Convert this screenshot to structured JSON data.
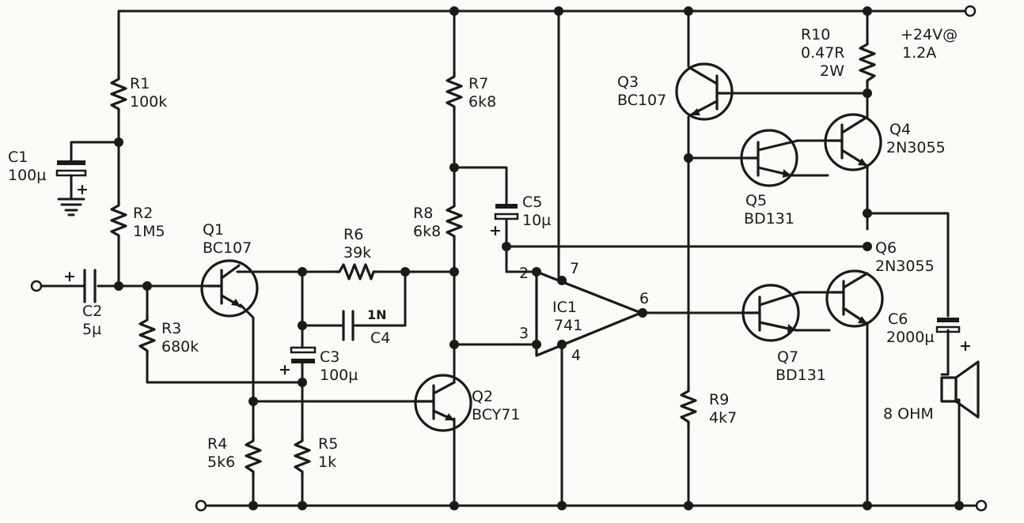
{
  "supply": {
    "line1": "+24V@",
    "line2": "1.2A"
  },
  "components": {
    "R1": {
      "ref": "R1",
      "value": "100k"
    },
    "R2": {
      "ref": "R2",
      "value": "1M5"
    },
    "R3": {
      "ref": "R3",
      "value": "680k"
    },
    "R4": {
      "ref": "R4",
      "value": "5k6"
    },
    "R5": {
      "ref": "R5",
      "value": "1k"
    },
    "R6": {
      "ref": "R6",
      "value": "39k"
    },
    "R7": {
      "ref": "R7",
      "value": "6k8"
    },
    "R8": {
      "ref": "R8",
      "value": "6k8"
    },
    "R9": {
      "ref": "R9",
      "value": "4k7"
    },
    "R10": {
      "ref": "R10",
      "value": "0.47R",
      "power": "2W"
    },
    "C1": {
      "ref": "C1",
      "value": "100µ"
    },
    "C2": {
      "ref": "C2",
      "value": "5µ"
    },
    "C3": {
      "ref": "C3",
      "value": "100µ"
    },
    "C4": {
      "ref": "C4",
      "value": "1N"
    },
    "C5": {
      "ref": "C5",
      "value": "10µ"
    },
    "C6": {
      "ref": "C6",
      "value": "2000µ"
    },
    "Q1": {
      "ref": "Q1",
      "part": "BC107"
    },
    "Q2": {
      "ref": "Q2",
      "part": "BCY71"
    },
    "Q3": {
      "ref": "Q3",
      "part": "BC107"
    },
    "Q4": {
      "ref": "Q4",
      "part": "2N3055"
    },
    "Q5": {
      "ref": "Q5",
      "part": "BD131"
    },
    "Q6": {
      "ref": "Q6",
      "part": "2N3055"
    },
    "Q7": {
      "ref": "Q7",
      "part": "BD131"
    },
    "IC1": {
      "ref": "IC1",
      "part": "741",
      "pins": {
        "inv": "2",
        "noninv": "3",
        "out": "6",
        "vplus": "7",
        "vminus": "4"
      }
    },
    "SPK": {
      "label": "8 OHM"
    }
  },
  "polarity_mark": "+"
}
